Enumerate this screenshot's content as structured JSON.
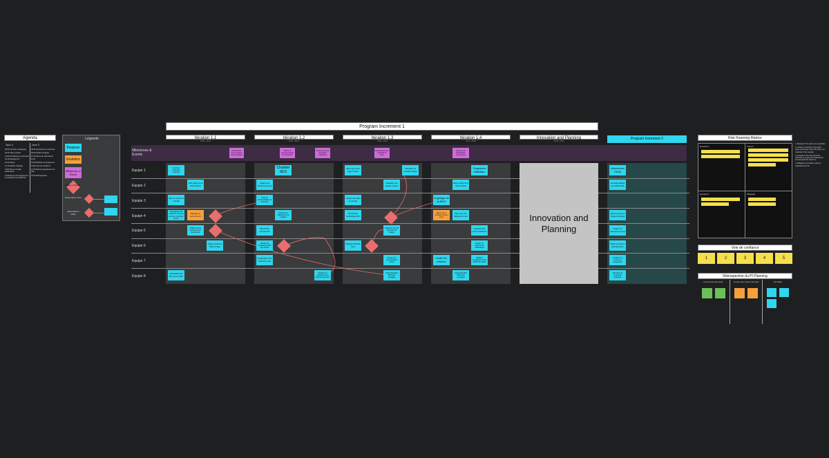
{
  "pi_title": "Program Increment 1",
  "pi2_title": "Program Increment 2",
  "iterations": [
    {
      "label": "Itération 1.1",
      "dates": "01.01 - 14.01"
    },
    {
      "label": "Itération 1.2",
      "dates": "15.01 - 28.01"
    },
    {
      "label": "Itération 1.3",
      "dates": "29.01 - 11.02"
    },
    {
      "label": "Itération 1.4",
      "dates": "12.02 - 25.02"
    },
    {
      "label": "Innovation and Planning",
      "dates": "26.02 - 11.03"
    }
  ],
  "rows": [
    "Milestones & Events",
    "Equipe 1",
    "Equipe 2",
    "Equipe 3",
    "Equipe 4",
    "Equipe 5",
    "Equipe 6",
    "Equipe 7",
    "Equipe 8"
  ],
  "ip_block": "Innovation and Planning",
  "agenda": {
    "title": "Agenda",
    "day1": "Jour 1",
    "day2": "Jour 2",
    "day1_items": [
      "08:30 Contexte stratégique",
      "09:15 Vision produit",
      "10:00 Architecture et principes de développement",
      "11:00 Pause",
      "11:15 Ateliers d'équipe",
      "13:00 Revue du plan préliminaire",
      "14:00 Revue du management et résolution de problèmes"
    ],
    "day2_items": [
      "08:30 Ajustement du planning",
      "09:15 Ateliers d'équipe",
      "11:00 Revue du plan final et lunch",
      "13:00 Risques du programme",
      "14:00 Vote de confiance",
      "14:15 Éventuel ajustement du plan",
      "15:00 Rétrospective"
    ]
  },
  "legend": {
    "title": "Légende",
    "feature": "Feature",
    "enablers": "Enablers",
    "milestone": "Milestone or Event",
    "risk": "Risque ou Obstacle",
    "dep_strong": "Dépendance forte",
    "dep_weak": "Dépendance faible"
  },
  "milestones": [
    "Présentation des nouvelles fonctionnalités",
    "Démo du nouveau design de l'interface",
    "Lancement de la campagne marketing",
    "Présentation des résultats du sprint",
    "Réunion de planification trimestrielle"
  ],
  "cards": {
    "c1": "Fonction recherche avancée",
    "c2": "Vidéo player de la fiche Carrière",
    "c3": "Mise en service du Firewall",
    "c4": "Changement de design de l'accueil pour les nouveaux arrivés",
    "c5": "Débugger le serveur Linux",
    "c6": "Valider l'accès technique aux documents",
    "c7": "Intégrer toutes les offres en ligne",
    "c8": "Optimisation des liens pour le SEO",
    "c9": "Système de recherche par tag",
    "c10": "Chantier SEO",
    "c11": "Trajet et fonctionnalités de recherche",
    "c12": "Refonte de l'algorithme de requête",
    "c13": "Benchmark concurrentiel",
    "c14": "Ajouter les nouveaux points de contact",
    "c15": "Amélioration de la réactivité du site",
    "c16": "Préparer la migration de la base de données",
    "c17": "Mise à jour de la page Contact",
    "c18": "Analyse des failles de sécurité",
    "c19": "Benchmark technologie SSO",
    "c20": "Intégration de nouveaux design",
    "c21": "Intégration aux réseaux sociaux",
    "c22": "Améliorer les KPI des tests de charge",
    "c23": "Manager interface tests",
    "c24": "Intégrer les commentaires clients",
    "c25": "Audit indexable 50% des managers",
    "c26": "Programme d'affiliation",
    "c27": "Mise en ligne de la fiche Carrière",
    "c28": "Cryptage de la BDD",
    "c29": "Migrer sur le nouveau serveur Linux",
    "c30": "Mise à jour des tableaux de bord",
    "c31": "Intégration des retours utilisateurs",
    "c32": "Ajouter un système de notifications",
    "c33": "Audit UX externe",
    "c34": "Réaliser l'engagement des clients des offres",
    "c35": "Audit indexable 100% des managers",
    "c36": "Influenceurs TikTok",
    "c37": "Nouvelle politique de confidentialité",
    "c38": "Ajouter la prise en charge des tickets",
    "c39": "Intégrer les paiements en ligne",
    "c40": "Mettre en place le plan Entreprise",
    "c41": "Améliorer les temps de chargement",
    "c42": "Démarrer la recette de l'adoption"
  },
  "risk_matrix": {
    "title": "Risk Roaming Matrice",
    "resolved": "Resolved",
    "owned": "Owned",
    "accepted": "Accepted",
    "mitigated": "Mitigated",
    "notes": [
      "1. Resolved: The risk is not a problem",
      "2. Owned: A member of the team takes ownership of the risk and is not resolved in the meeting",
      "3. Accepted: The risk cannot be resolved so it has to be understood and accepted for what it is",
      "4. Mitigated: Formulate a plan to reallocate the risk"
    ]
  },
  "confidence": {
    "title": "Vote de confiance",
    "votes": [
      "1",
      "2",
      "3",
      "4",
      "5"
    ]
  },
  "retro": {
    "title": "Rétrospective du PI Planning",
    "c1": "Ce qui nous avez aimé",
    "c2": "Ce que nous n'avez pas aimé",
    "c3": "Vos idées"
  },
  "colors": {
    "feature": "#2fd6ee",
    "enabler": "#f6a03d",
    "milestone": "#cf6bd9",
    "risk": "#ea6d6f",
    "ip_block": "#c4c4c4"
  }
}
